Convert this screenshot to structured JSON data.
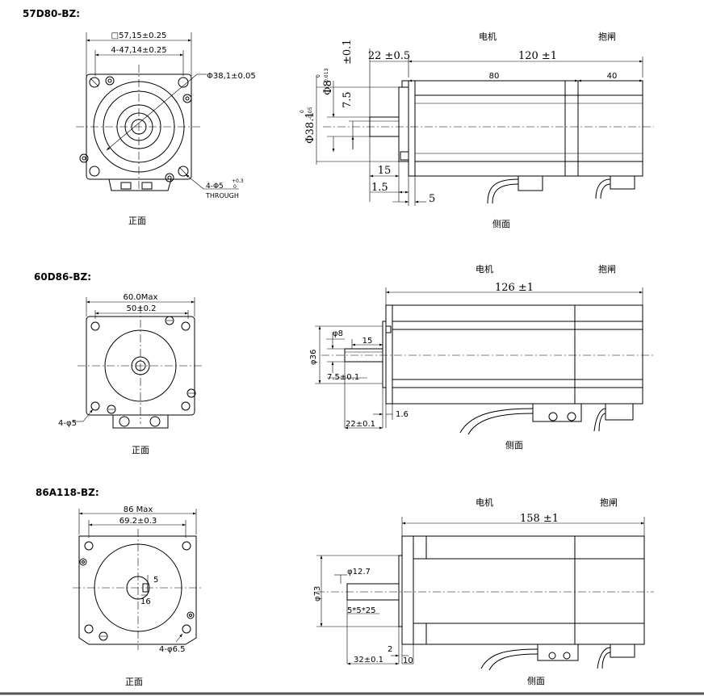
{
  "models": [
    {
      "id": "57D80-BZ:",
      "front": {
        "caption": "正面",
        "square": "□57,15±0.25",
        "holes_pitch": "4-47,14±0.25",
        "pilot": "Φ38,1±0.05",
        "holes": "4-Φ5",
        "holes_tol": "+0.3",
        "holes_tol2": "0",
        "through": "THROUGH"
      },
      "side": {
        "caption": "侧面",
        "motor": "电机",
        "brake": "抱闸",
        "total_len": "120 ±1",
        "motor_len": "80",
        "brake_len": "40",
        "shaft_len": "22 ±0.5",
        "tol_a": "±0.1",
        "flat": "7.5",
        "shaft_dia": "Φ8",
        "shaft_tol_a": "0",
        "shaft_tol_b": "-0.013",
        "pilot_dia": "Φ38.1",
        "pilot_tol_a": "0",
        "pilot_tol_b": "-0.05",
        "flat_len": "15",
        "pilot_thk": "1.5",
        "flange_thk": "5"
      }
    },
    {
      "id": "60D86-BZ:",
      "front": {
        "caption": "正面",
        "overall": "60.0Max",
        "holes_pitch": "50±0.2",
        "holes": "4-φ5"
      },
      "side": {
        "caption": "侧面",
        "motor": "电机",
        "brake": "抱闸",
        "total_len": "126 ±1",
        "shaft_dia": "φ8",
        "flat_len": "15",
        "pilot_dia": "φ36",
        "flat": "7.5±0.1",
        "pilot_thk": "1.6",
        "shaft_len": "22±0.1"
      }
    },
    {
      "id": "86A118-BZ:",
      "front": {
        "caption": "正面",
        "overall": "86 Max",
        "holes_pitch": "69.2±0.3",
        "key_w": "5",
        "key_len": "16",
        "holes": "4-φ6.5"
      },
      "side": {
        "caption": "侧面",
        "motor": "电机",
        "brake": "抱闸",
        "total_len": "158 ±1",
        "shaft_dia": "φ12.7",
        "pilot_dia": "φ73",
        "key": "5*5*25",
        "pilot_thk": "2",
        "shaft_len": "32±0.1",
        "flange_thk": "10"
      }
    }
  ]
}
